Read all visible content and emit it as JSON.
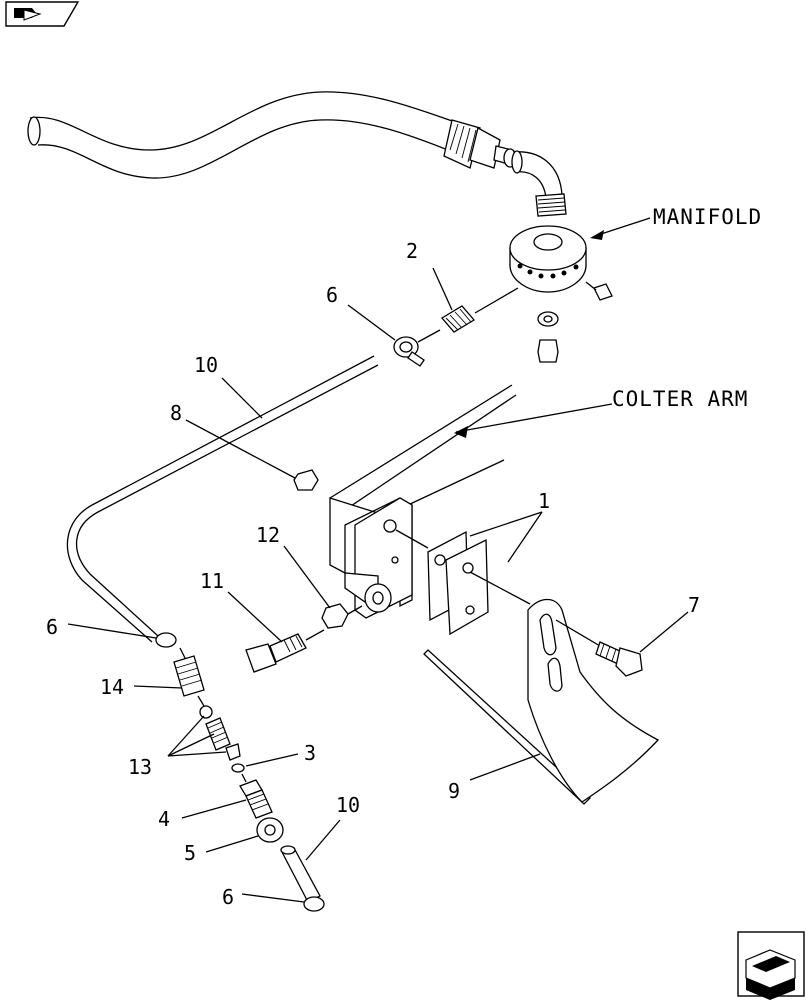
{
  "labels": {
    "manifold": "MANIFOLD",
    "colter_arm": "COLTER ARM",
    "p2": "2",
    "p6_top": "6",
    "p10_top": "10",
    "p8": "8",
    "p1": "1",
    "p12": "12",
    "p11": "11",
    "p7": "7",
    "p6_mid": "6",
    "p14": "14",
    "p13": "13",
    "p3": "3",
    "p4": "4",
    "p9": "9",
    "p5": "5",
    "p10_bot": "10",
    "p6_bot": "6"
  },
  "icons": {
    "top_left": "back-arrow-icon",
    "bottom_right": "next-page-arrow-icon"
  }
}
